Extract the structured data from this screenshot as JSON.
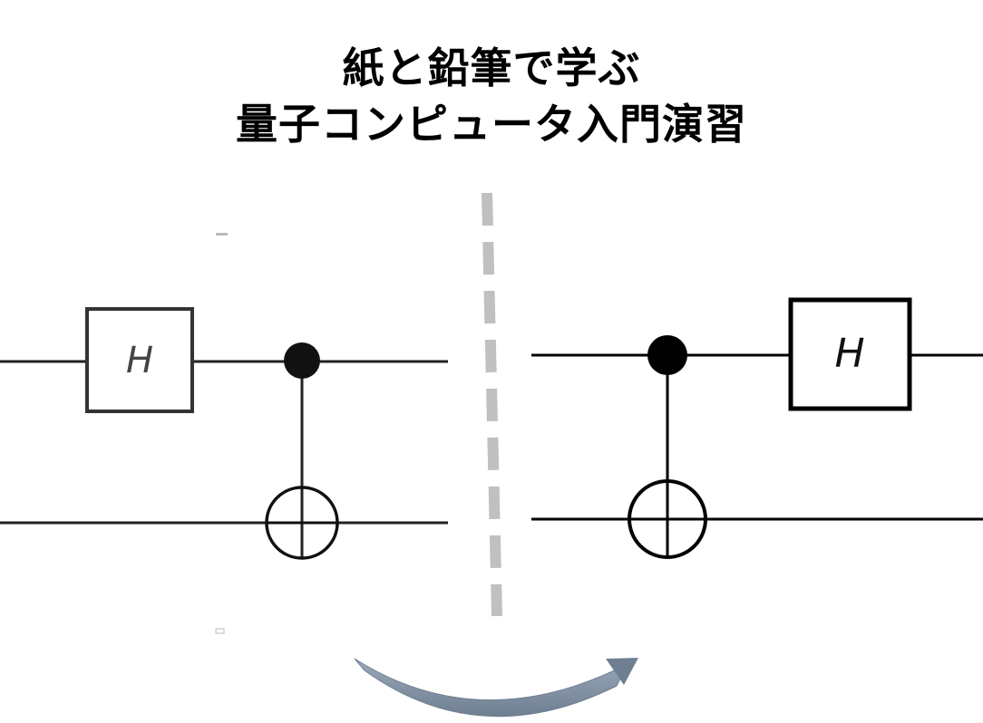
{
  "title": {
    "line1": "紙と鉛筆で学ぶ",
    "line2": "量子コンピュータ入門演習"
  },
  "left_circuit": {
    "gate_label": "H"
  },
  "right_circuit": {
    "gate_label": "H"
  },
  "colors": {
    "text": "#000000",
    "wire": "#000000",
    "divider": "#c0c0c0",
    "arrow": "#7a8a9c"
  }
}
